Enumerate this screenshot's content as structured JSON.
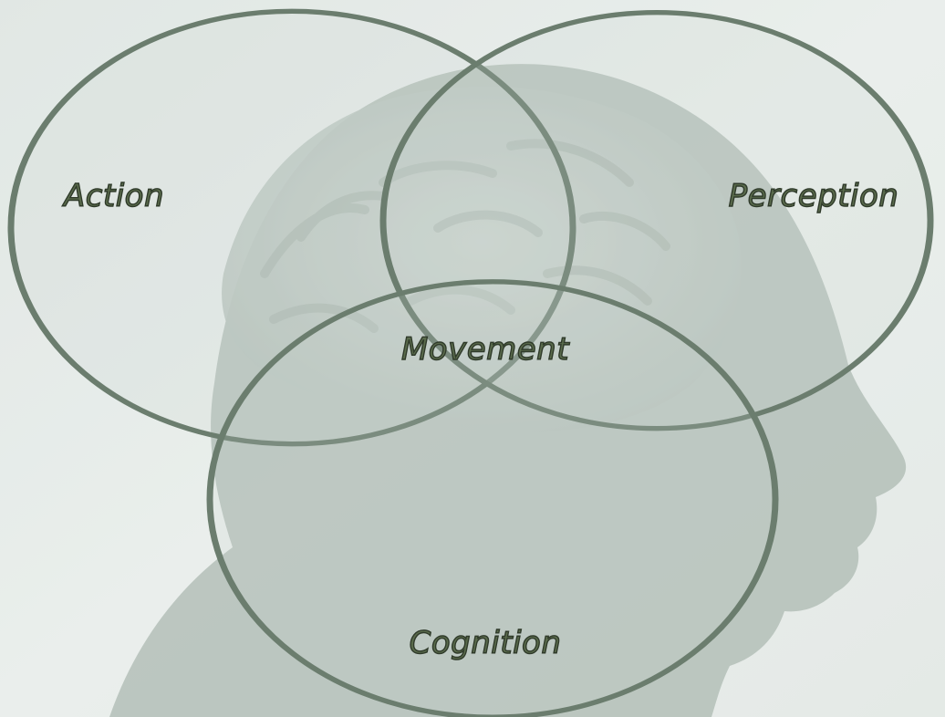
{
  "diagram": {
    "type": "venn",
    "sets": [
      {
        "id": "action",
        "label": "Action"
      },
      {
        "id": "perception",
        "label": "Perception"
      },
      {
        "id": "cognition",
        "label": "Cognition"
      }
    ],
    "center_label": "Movement",
    "background_image": "head-silhouette-with-brain"
  },
  "colors": {
    "background": "#e6ebe8",
    "circle_stroke": "#6b7d6e",
    "circle_fill": "#c9d3cc",
    "label_fill": "#5a6b4c",
    "label_stroke": "#2f3a2a",
    "silhouette": "#9aa8a0",
    "brain": "#b7c1ba"
  }
}
